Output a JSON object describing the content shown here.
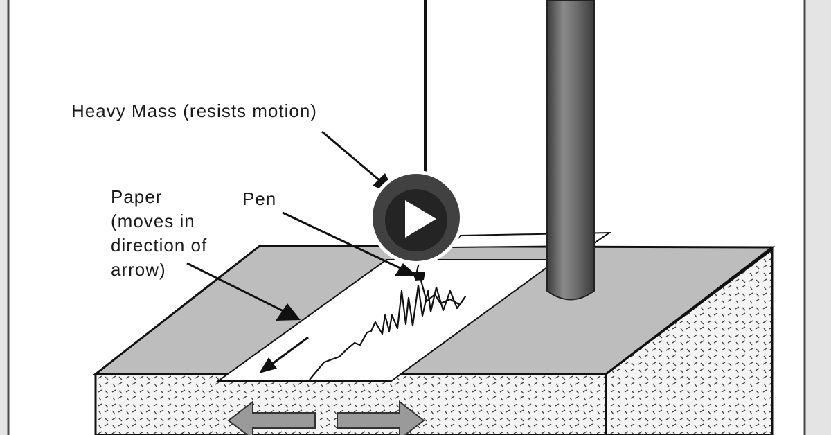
{
  "labels": {
    "heavy_mass": "Heavy Mass  (resists motion)",
    "pen": "Pen",
    "paper_lines": [
      "Paper",
      "(moves in",
      "direction of",
      "arrow)"
    ]
  },
  "player": {
    "icon": "play-icon"
  },
  "colors": {
    "ground_fill": "#f4f4f4",
    "gray_surface": "#bdbdbd",
    "paper": "#ffffff",
    "post": "#6a6a6a",
    "play_button": "#202020"
  }
}
